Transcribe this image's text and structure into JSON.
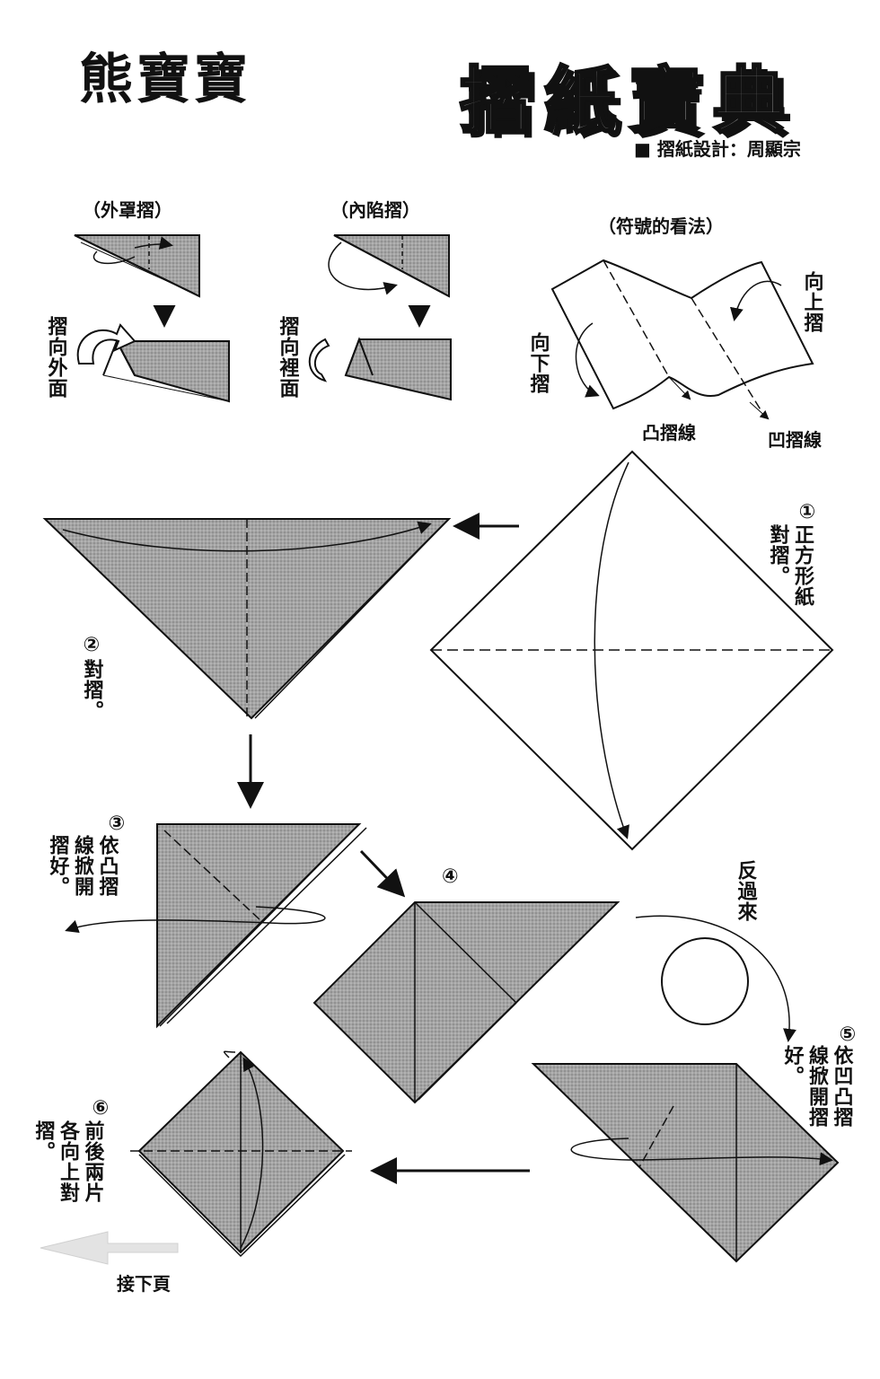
{
  "header": {
    "left_title": "熊寶寶",
    "right_title": "摺紙寶典",
    "designer": "■ 摺紙設計：周顯宗"
  },
  "legend": {
    "outside_reverse": {
      "title": "（外罩摺）",
      "caption": "摺向外面"
    },
    "inside_reverse": {
      "title": "（內陷摺）",
      "caption": "摺向裡面"
    },
    "symbols": {
      "title": "（符號的看法）",
      "fold_up": "向上摺",
      "fold_down": "向下摺",
      "mountain_line": "凸摺線",
      "valley_line": "凹摺線"
    }
  },
  "steps": {
    "s1": {
      "num": "①",
      "text": "正方形紙對摺。"
    },
    "s2": {
      "num": "②",
      "text": "對摺。"
    },
    "s3": {
      "num": "③",
      "text": "依凸摺線掀開摺好。"
    },
    "s4": {
      "num": "④"
    },
    "turn_over": "反過來",
    "s5": {
      "num": "⑤",
      "text": "依凹凸摺線掀開摺好。"
    },
    "s6": {
      "num": "⑥",
      "text": "前後兩片各向上對摺。"
    }
  },
  "footer": {
    "next_page": "接下頁"
  },
  "colors": {
    "shade": "#9c9c9c",
    "paper": "#ffffff",
    "ink": "#111111"
  }
}
